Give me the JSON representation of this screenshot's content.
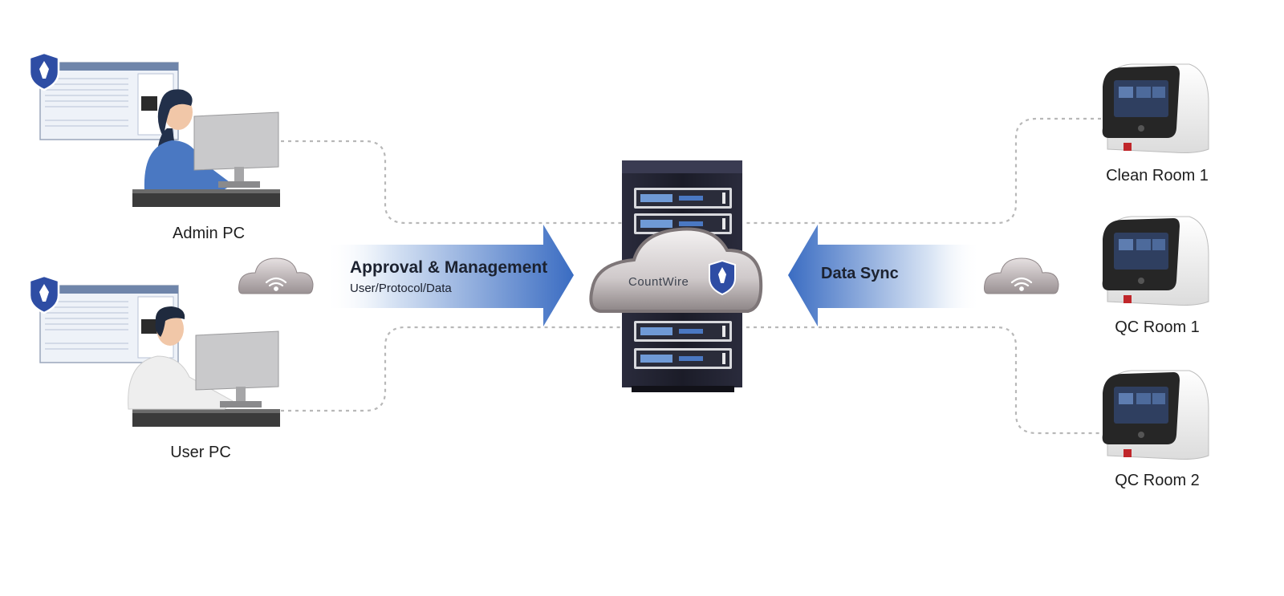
{
  "nodes": {
    "admin_pc": "Admin PC",
    "user_pc": "User PC",
    "clean_room_1": "Clean Room 1",
    "qc_room_1": "QC Room 1",
    "qc_room_2": "QC Room 2"
  },
  "left_arrow": {
    "title": "Approval & Management",
    "subtitle": "User/Protocol/Data"
  },
  "right_arrow": {
    "title": "Data Sync"
  },
  "server": {
    "brand": "CountWire"
  },
  "colors": {
    "arrow_blue": "#3f72c6",
    "shield_blue": "#2e4da4",
    "rack_dark": "#1f2030",
    "cloud_gray": "#b8b2b4",
    "dotted_line": "#b5b5b5",
    "person_blue": "#4a78c2"
  }
}
